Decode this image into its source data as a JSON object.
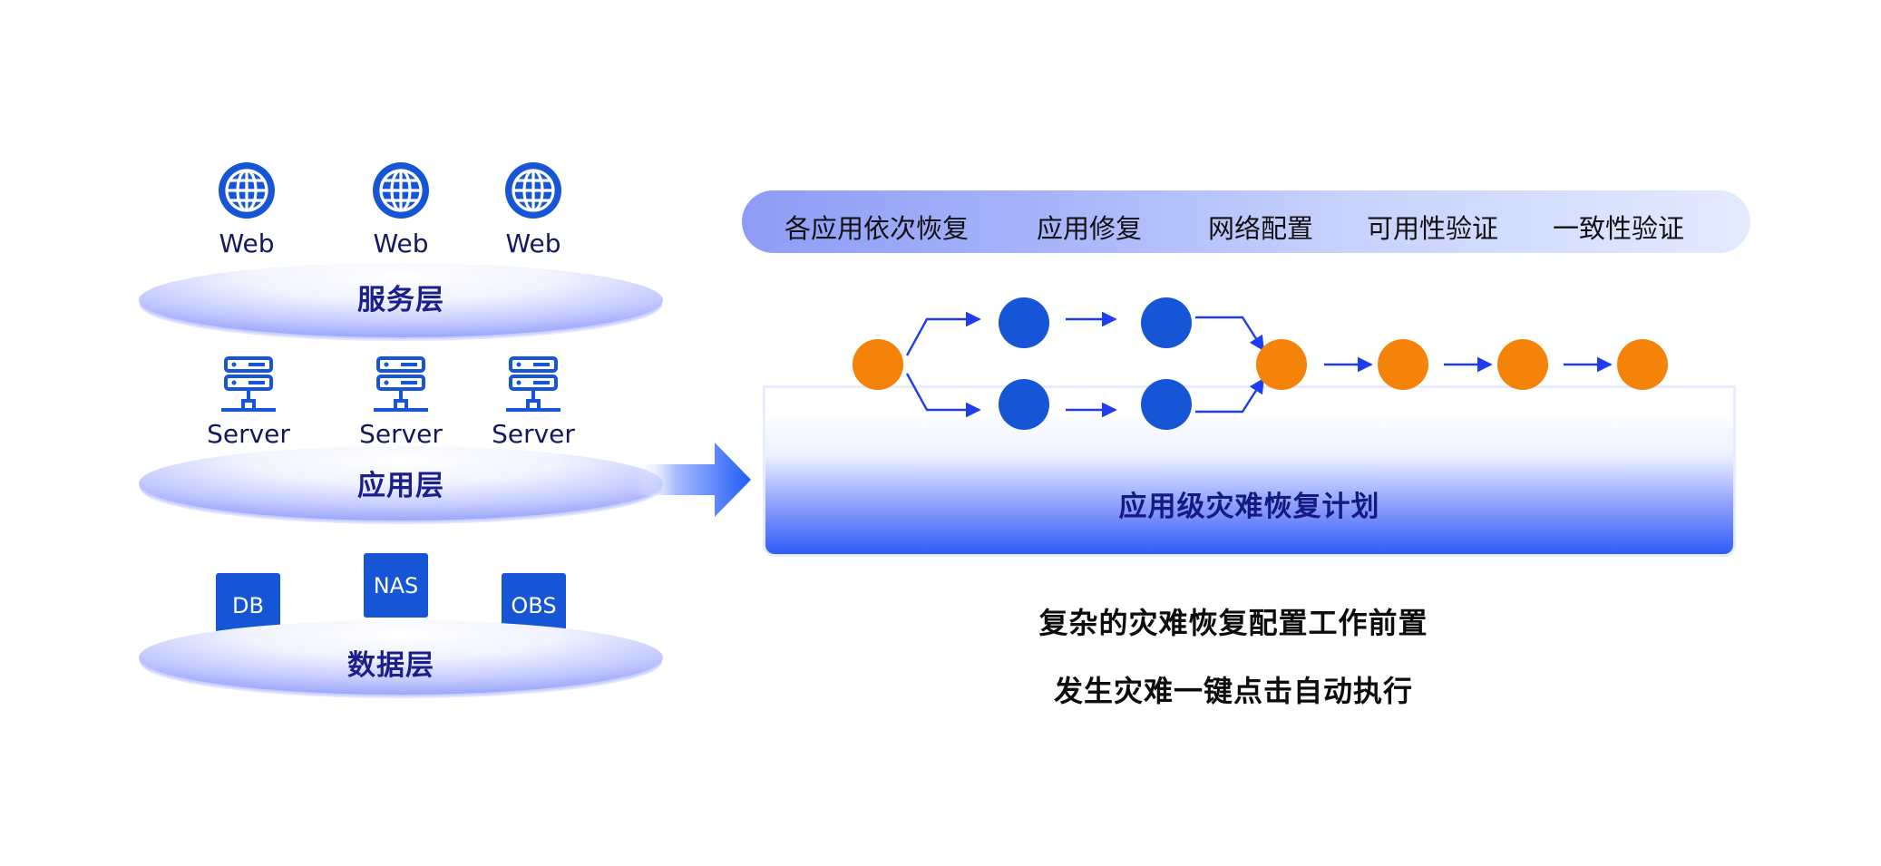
{
  "layers": {
    "service": {
      "label": "服务层",
      "icons": [
        {
          "label": "Web",
          "icon": "globe-icon"
        },
        {
          "label": "Web",
          "icon": "globe-icon"
        },
        {
          "label": "Web",
          "icon": "globe-icon"
        }
      ]
    },
    "application": {
      "label": "应用层",
      "icons": [
        {
          "label": "Server",
          "icon": "server-icon"
        },
        {
          "label": "Server",
          "icon": "server-icon"
        },
        {
          "label": "Server",
          "icon": "server-icon"
        }
      ]
    },
    "data": {
      "label": "数据层",
      "stores": [
        "DB",
        "NAS",
        "OBS"
      ]
    }
  },
  "steps": [
    "各应用依次恢复",
    "应用修复",
    "网络配置",
    "可用性验证",
    "一致性验证"
  ],
  "plan": {
    "title": "应用级灾难恢复计划"
  },
  "captions": [
    "复杂的灾难恢复配置工作前置",
    "发生灾难一键点击自动执行"
  ],
  "colors": {
    "icon_blue": "#1555d6",
    "node_blue": "#1555d6",
    "node_orange": "#f5830a",
    "arrow_blue": "#1f3cf0",
    "layer_text": "#1a1f8c"
  }
}
